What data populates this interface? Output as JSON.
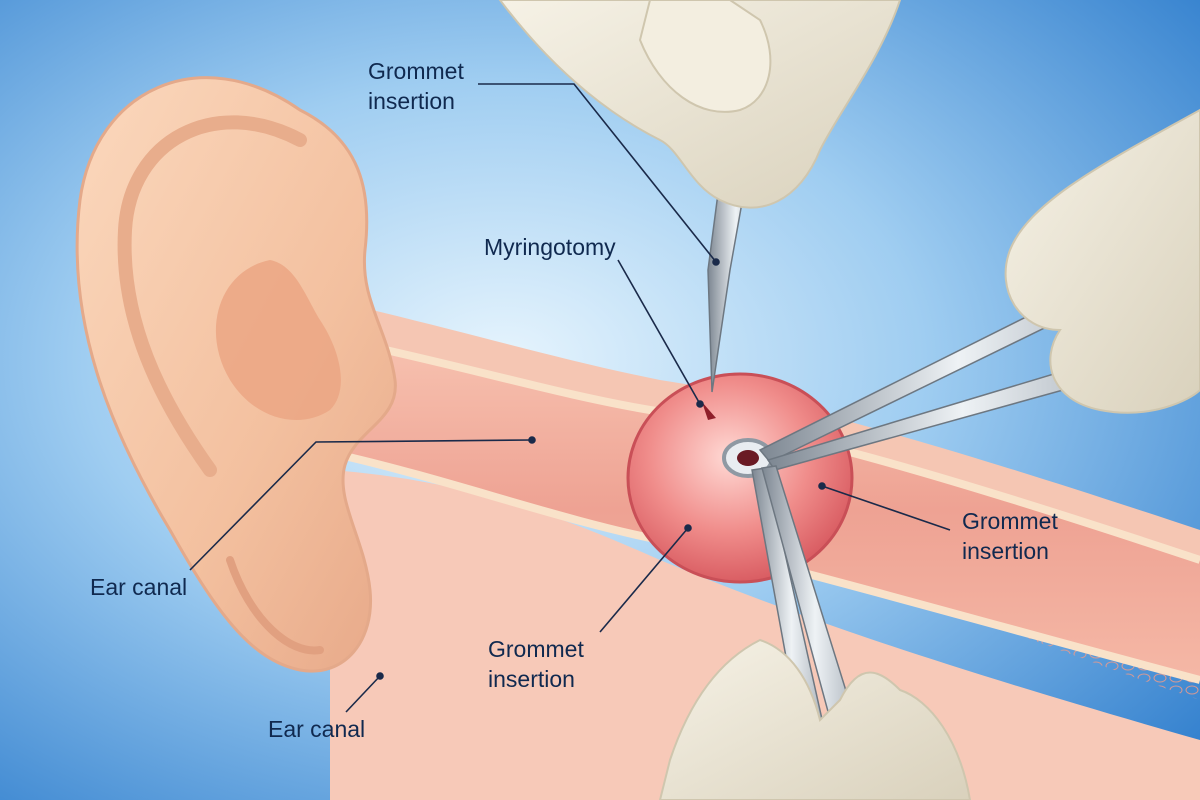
{
  "colors": {
    "background_light": "#d5ecfb",
    "background_dark": "#2f7fcf",
    "skin": "#f6c7a6",
    "canal_tissue": "#f2a79b",
    "eardrum": "#e8777a",
    "instrument": "#b9c1c9",
    "glove": "#ece6d4",
    "leader_line": "#1a2a4a",
    "label_text": "#10294f"
  },
  "labels": {
    "grommet_top": "Grommet\ninsertion",
    "myringotomy": "Myringotomy",
    "grommet_right": "Grommet\ninsertion",
    "ear_canal_left": "Ear canal",
    "grommet_bottom": "Grommet\ninsertion",
    "ear_canal_bottom": "Ear canal"
  }
}
